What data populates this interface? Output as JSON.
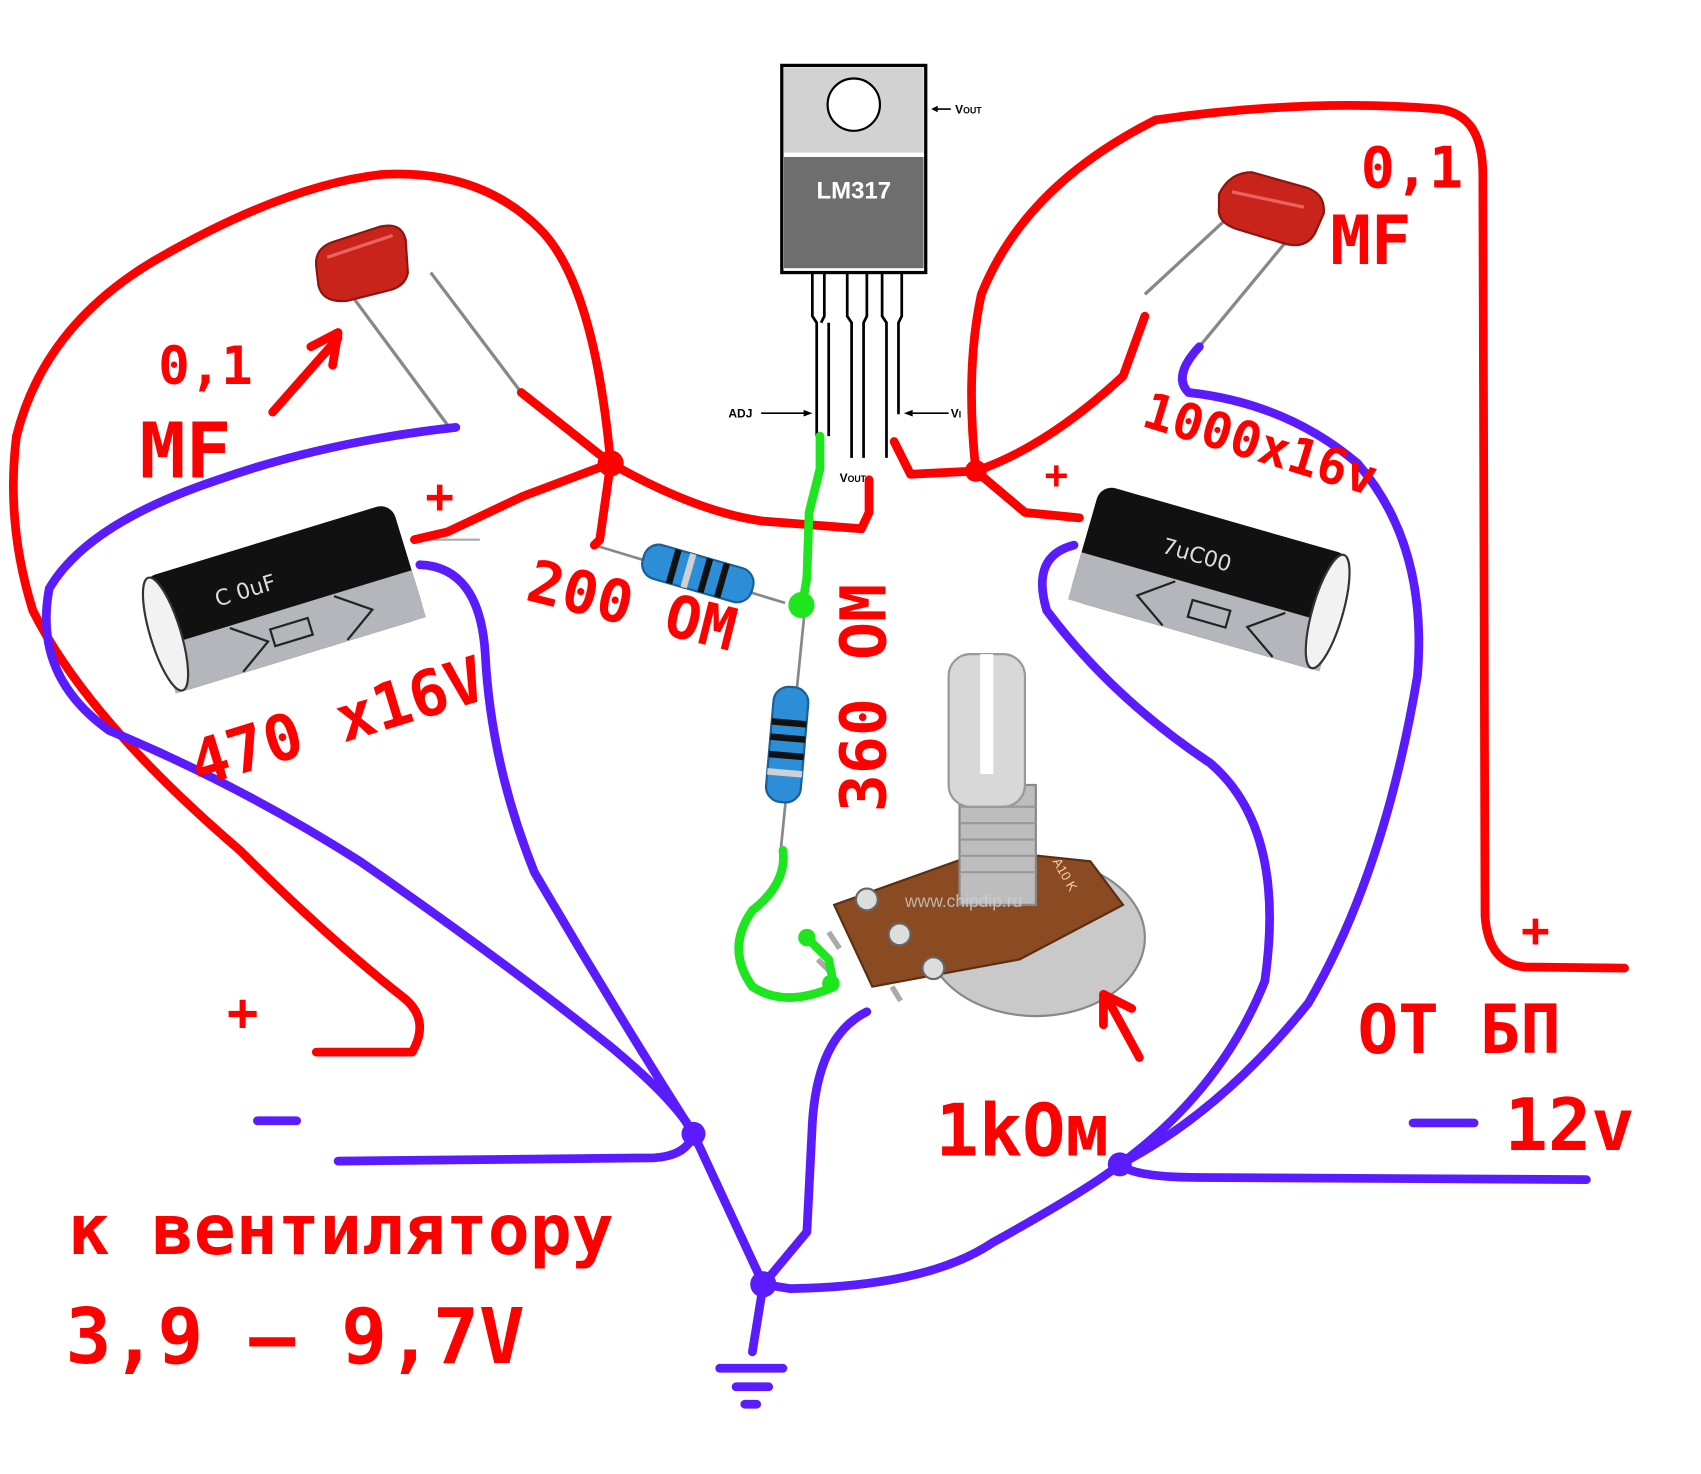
{
  "regulator": {
    "part": "LM317",
    "pins": {
      "adj": "ADJ",
      "vout_tab": "V",
      "vout_tab_sub": "OUT",
      "vout_pin": "V",
      "vout_pin_sub": "OUT",
      "vin": "V",
      "vin_sub": "I"
    }
  },
  "labels": {
    "c_left_film": {
      "line1": "0,1",
      "line2": "MF"
    },
    "c_right_film": {
      "line1": "0,1",
      "line2": "MF"
    },
    "c_left_elec": "470 x16V",
    "c_right_elec": "1000x16v",
    "r1": "200 ОМ",
    "r2": "360 ОМ",
    "pot": "1kОм",
    "plus": "+",
    "minus": "—",
    "output_title": "к вентилятору",
    "output_range": "3,9 — 9,7V",
    "input_title": "ОТ БП",
    "input_voltage": "12v",
    "pot_marking": "A10 K",
    "watermark": "www.chipdip.ru"
  },
  "colors": {
    "positive": "#ff0000",
    "negative": "#5a1bff",
    "adjust": "#1ee61e"
  }
}
